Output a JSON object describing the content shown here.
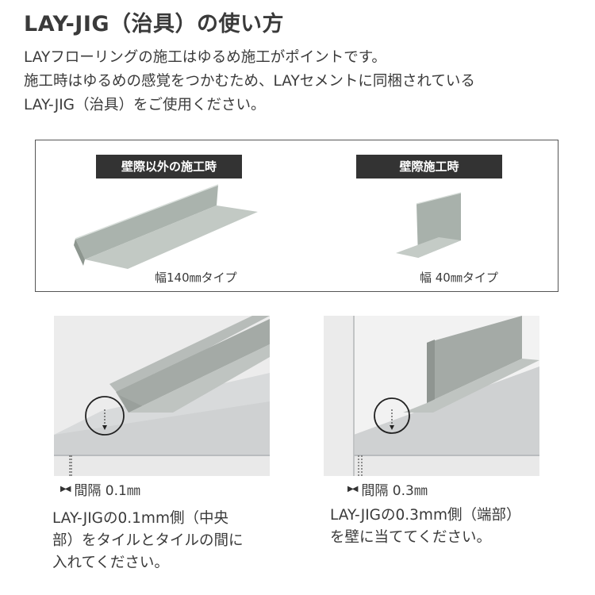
{
  "title": "LAY-JIG（治具）の使い方",
  "intro": [
    "LAYフローリングの施工はゆるめ施工がポイントです。",
    "施工時はゆるめの感覚をつかむため、LAYセメントに同梱されている",
    "LAY-JIG（治具）をご使用ください。"
  ],
  "jig_types": [
    {
      "badge": "壁際以外の施工時",
      "caption": "幅140㎜タイプ"
    },
    {
      "badge": "壁際施工時",
      "caption": "幅 40㎜タイプ"
    }
  ],
  "usage": [
    {
      "gap_label": "間隔 0.1㎜",
      "description": [
        "LAY-JIGの0.1mm側（中央",
        "部）をタイルとタイルの間に",
        "入れてください。"
      ]
    },
    {
      "gap_label": "間隔 0.3㎜",
      "description": [
        "LAY-JIGの0.3mm側（端部）",
        "を壁に当ててください。"
      ]
    }
  ]
}
